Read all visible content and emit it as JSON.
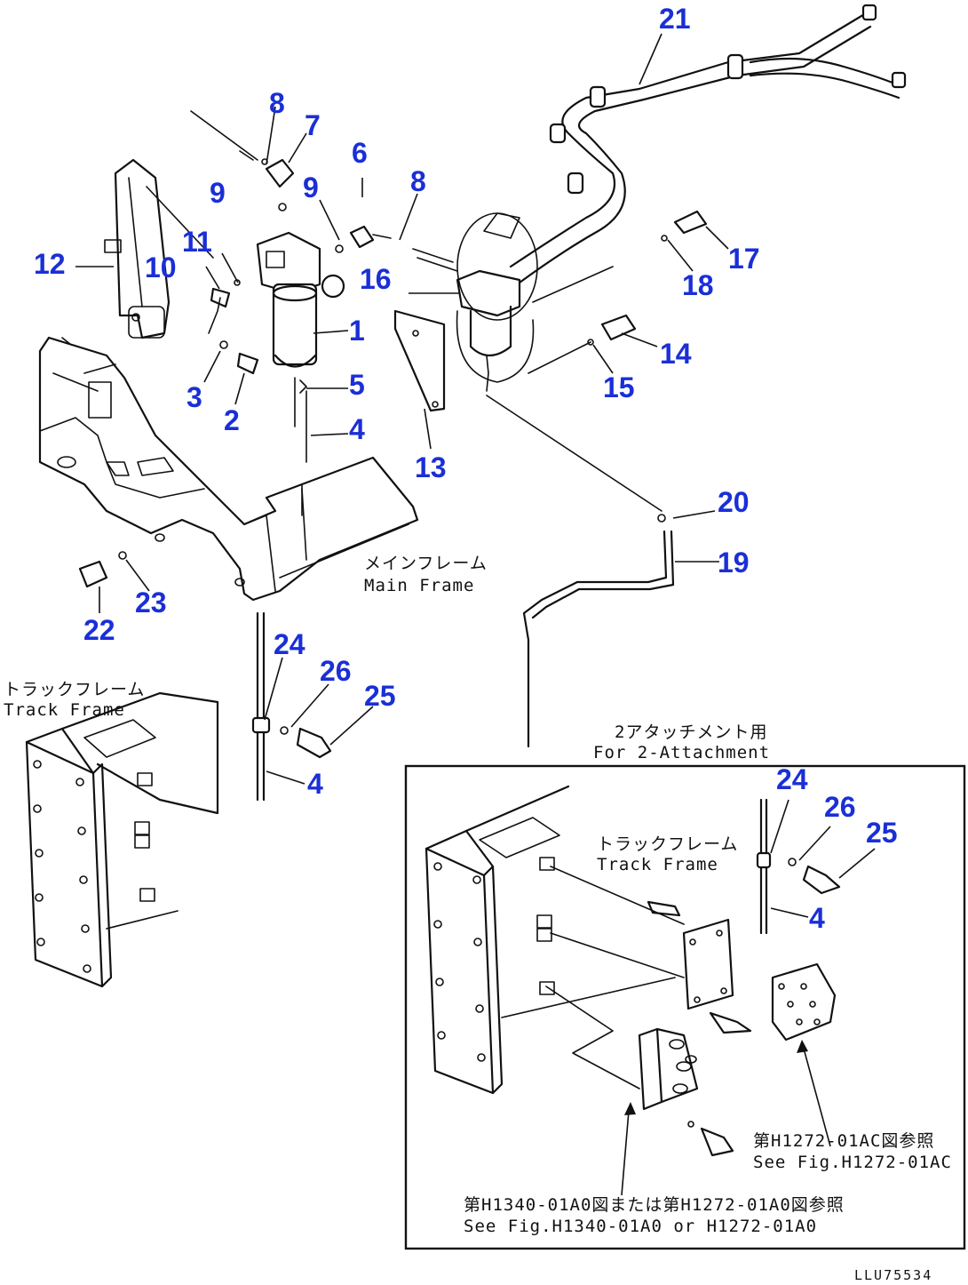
{
  "callouts": {
    "c1": "1",
    "c2": "2",
    "c3": "3",
    "c4a": "4",
    "c4b": "4",
    "c4c": "4",
    "c5": "5",
    "c6": "6",
    "c7": "7",
    "c8a": "8",
    "c8b": "8",
    "c9a": "9",
    "c9b": "9",
    "c10": "10",
    "c11": "11",
    "c12": "12",
    "c13": "13",
    "c14": "14",
    "c15": "15",
    "c16": "16",
    "c17": "17",
    "c18": "18",
    "c19": "19",
    "c20": "20",
    "c21": "21",
    "c22": "22",
    "c23": "23",
    "c24a": "24",
    "c24b": "24",
    "c25a": "25",
    "c25b": "25",
    "c26a": "26",
    "c26b": "26"
  },
  "notes": {
    "main_frame_jp": "メインフレーム",
    "main_frame_en": "Main Frame",
    "track_frame_jp": "トラックフレーム",
    "track_frame_en": "Track Frame",
    "inset_track_frame_jp": "トラックフレーム",
    "inset_track_frame_en": "Track Frame",
    "inset_title_jp": "2アタッチメント用",
    "inset_title_en": "For 2-Attachment",
    "ref1_jp": "第H1272-01AC図参照",
    "ref1_en": "See Fig.H1272-01AC",
    "ref2_jp": "第H1340-01A0図または第H1272-01A0図参照",
    "ref2_en": "See Fig.H1340-01A0 or H1272-01A0"
  },
  "drawing_number": "LLU75534",
  "colors": {
    "callout": "#1a2fd6",
    "linework": "#111111",
    "background": "#ffffff"
  }
}
